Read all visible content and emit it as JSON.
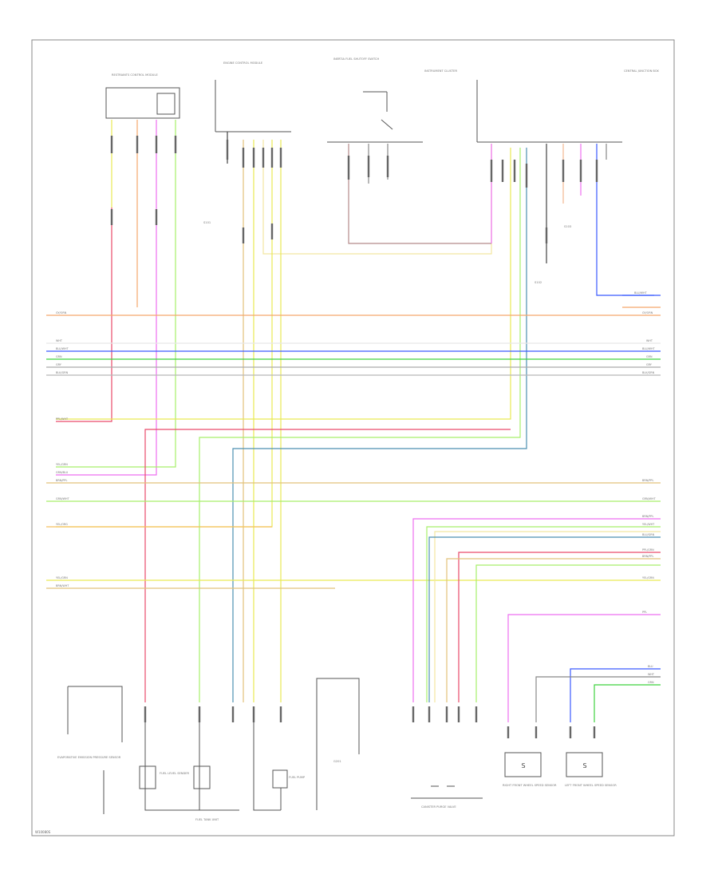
{
  "diagram_code": "W10080S",
  "components": {
    "restraints_module": "RESTRAINTS CONTROL MODULE",
    "engine_module": "ENGINE CONTROL MODULE",
    "inertia_switch": "INERTIA FUEL SHUTOFF SWITCH",
    "instrument_cluster": "INSTRUMENT CLUSTER",
    "central_junction": "CENTRAL JUNCTION BOX",
    "fuel_pump": "FUEL PUMP",
    "fuel_level_sender": "FUEL LEVEL SENDER",
    "fuel_tank_unit": "FUEL TANK UNIT",
    "evap_valve": "CANISTER PURGE VALVE",
    "wheel_speed_rf": "RIGHT FRONT WHEEL SPEED SENSOR",
    "wheel_speed_lf": "LEFT FRONT WHEEL SPEED SENSOR",
    "flow_sensor": "EVAPORATIVE EMISSION PRESSURE SENSOR",
    "ground_label": "G201",
    "splice_a": "S101",
    "splice_b": "S102",
    "splice_c": "S103"
  },
  "wires": {
    "w1": "GY/ORN",
    "w2": "WHT",
    "w3": "BLU/WHT",
    "w4": "GRN",
    "w5": "GRY",
    "w6": "BLK/GRN",
    "w7": "PPL/WHT",
    "w8": "YEL/GRN",
    "w9": "GRN/BLU",
    "w10": "BRN/PPL",
    "w11": "GRN/WHT",
    "w12": "YEL/ORG",
    "w13": "YEL/GRN",
    "w14": "BRN/WHT",
    "w15": "BRN/PPL",
    "w16": "YEL/WHT",
    "w17": "BLU/GRN",
    "w18": "PPL/GRN",
    "w19": "BRN/PPL",
    "w20": "YEL/GRN",
    "w21": "PPL",
    "w22": "BLU",
    "w23": "WHT",
    "w24": "GRN"
  },
  "colors": {
    "orange": "#f5a76c",
    "blue": "#3b5bff",
    "green": "#3fd23f",
    "gray": "#aaaaaa",
    "red": "#ea4a6a",
    "magenta": "#ee6ff0",
    "yellow": "#eaea55",
    "pale_yellow": "#f2e6a0",
    "steel": "#4c8fb0",
    "tan": "#e2c27a",
    "lime": "#a6ef6a",
    "peach": "#f4b890"
  }
}
